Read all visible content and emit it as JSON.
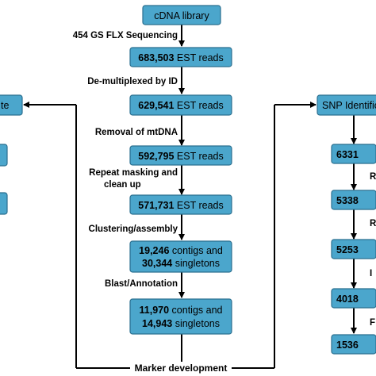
{
  "top_box": {
    "label": "cDNA library"
  },
  "main_boxes": [
    {
      "num": "683,503",
      "rest": " EST reads"
    },
    {
      "num": "629,541",
      "rest": " EST reads"
    },
    {
      "num": "592,795",
      "rest": " EST reads"
    },
    {
      "num": "571,731",
      "rest": " EST reads"
    },
    {
      "line1_num": "19,246",
      "line1_rest": " contigs and",
      "line2_num": "30,344",
      "line2_rest": " singletons"
    },
    {
      "line1_num": "11,970",
      "line1_rest": " contigs and",
      "line2_num": "14,943",
      "line2_rest": " singletons"
    }
  ],
  "steps": [
    "454 GS FLX Sequencing",
    "De-multiplexed by ID",
    "Removal of mtDNA",
    "Repeat masking and",
    "clean up",
    "Clustering/assembly",
    "Blast/Annotation"
  ],
  "bottom_label": "Marker development",
  "left_top_box": "te",
  "right": {
    "top_box": "SNP Identific",
    "boxes": [
      "6331",
      "5338",
      "5253",
      "4018",
      "1536"
    ],
    "step_fragments": [
      "R",
      "R",
      "I",
      "F"
    ]
  },
  "colors": {
    "box_fill": "#4ba6cc",
    "box_stroke": "#2b6f8f",
    "line": "#000000"
  }
}
